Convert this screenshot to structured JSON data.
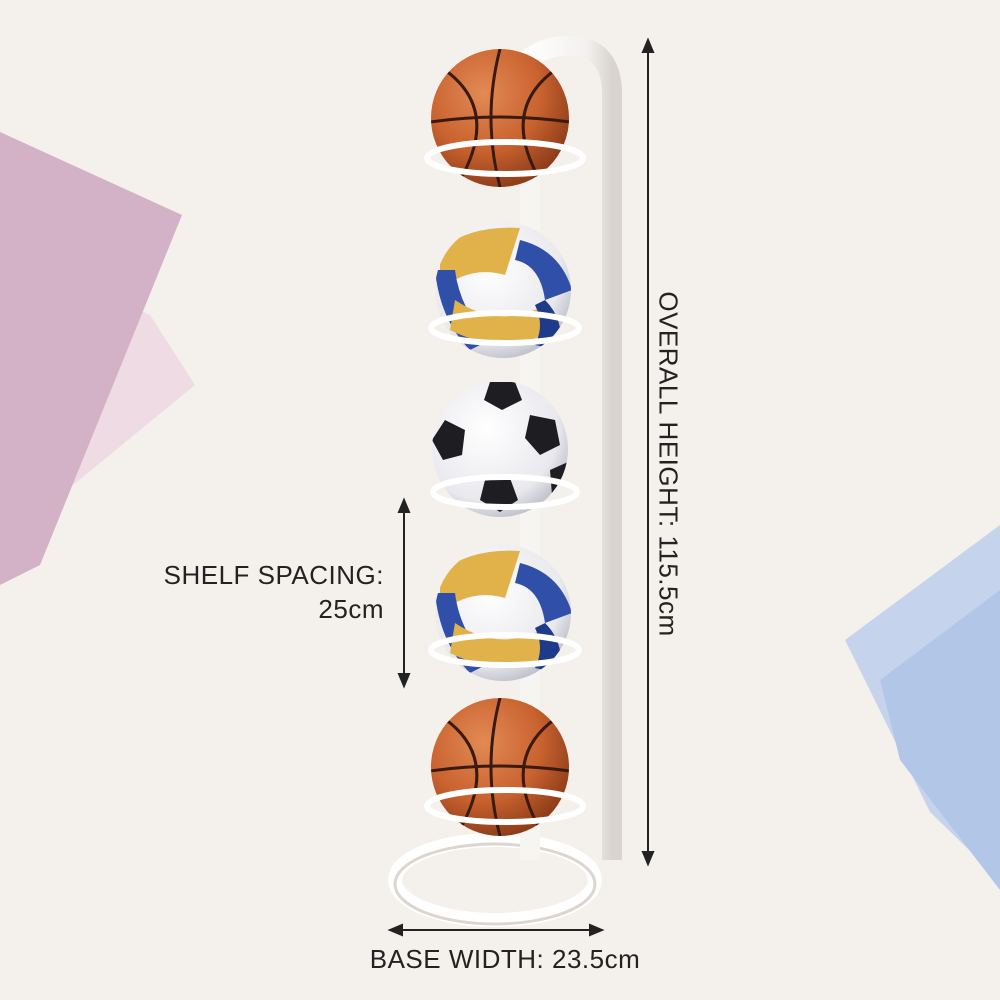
{
  "annotations": {
    "shelf_spacing_title": "SHELF SPACING:",
    "shelf_spacing_value": "25cm",
    "overall_height": "OVERALL HEIGHT: 115.5cm",
    "base_width": "BASE WIDTH: 23.5cm"
  },
  "colors": {
    "background": "#f4f1ec",
    "rack": "#ffffff",
    "basketball": "#c9622f",
    "volleyball_blue": "#2f4fa8",
    "volleyball_yellow": "#e2b24a",
    "soccer_black": "#1e1e22",
    "arrow": "#222222"
  },
  "rack": {
    "tiers": [
      "basketball",
      "volleyball",
      "soccer-ball",
      "volleyball",
      "basketball"
    ]
  }
}
